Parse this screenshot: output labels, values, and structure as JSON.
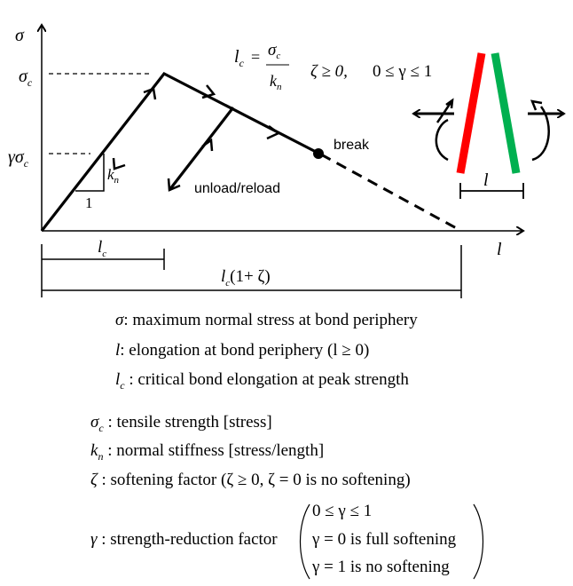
{
  "diagram": {
    "y_axis_label": "σ",
    "x_axis_label": "l",
    "peak_label": "σ",
    "peak_sub": "c",
    "reduced_label": "γσ",
    "reduced_sub": "c",
    "slope_label": "k",
    "slope_sub": "n",
    "slope_run": "1",
    "unload_label": "unload/reload",
    "break_label": "break",
    "formula": {
      "lhs": "l",
      "lhs_sub": "c",
      "num": "σ",
      "num_sub": "c",
      "den": "k",
      "den_sub": "n",
      "cond1": "ζ ≥ 0,",
      "cond2": "0 ≤ γ ≤ 1"
    },
    "lc_label": "l",
    "lc_sub": "c",
    "total_label": "(1+ ζ)",
    "bond_gap_label": "l",
    "colors": {
      "left_bar": "#ff0000",
      "right_bar": "#00b050"
    }
  },
  "legend": [
    {
      "sym": "σ",
      "sub": "",
      "text": ": maximum normal stress at bond periphery"
    },
    {
      "sym": "l",
      "sub": "",
      "text": ":  elongation at bond periphery  (l ≥ 0)"
    },
    {
      "sym": "l",
      "sub": "c",
      "text": " : critical bond elongation at peak strength"
    },
    {
      "sym": "σ",
      "sub": "c",
      "text": " : tensile strength [stress]"
    },
    {
      "sym": "k",
      "sub": "n",
      "text": " : normal stiffness [stress/length]"
    },
    {
      "sym": "ζ",
      "sub": "",
      "text": " : softening factor  (ζ ≥ 0,  ζ = 0 is no softening)"
    },
    {
      "sym": "γ",
      "sub": "",
      "text": " : strength-reduction factor"
    }
  ],
  "gamma_notes": [
    "0 ≤ γ ≤ 1",
    "γ = 0 is full softening",
    "γ = 1 is no softening"
  ]
}
